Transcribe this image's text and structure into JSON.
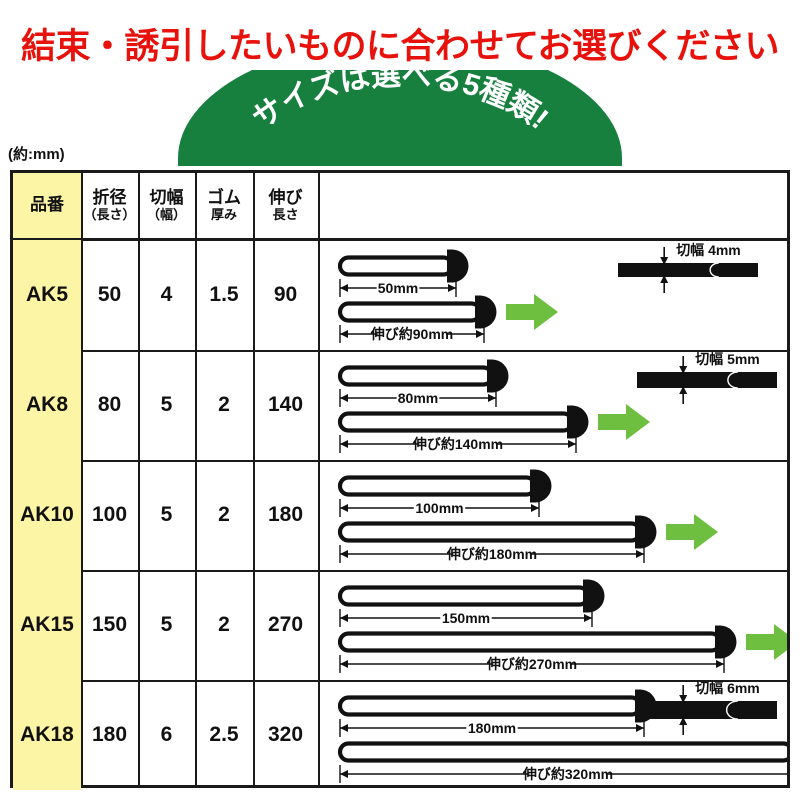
{
  "header": {
    "headline": "結束・誘引したいものに合わせてお選びください",
    "arch_text": "サイズは選べる5種類!",
    "arch_color": "#17803f",
    "headline_color": "#e8120c",
    "unit_note": "(約:mm)"
  },
  "table": {
    "columns": [
      {
        "key": "code",
        "label": "品番",
        "sub": ""
      },
      {
        "key": "fold_dia",
        "label": "折径",
        "sub": "（長さ）"
      },
      {
        "key": "cut_width",
        "label": "切幅",
        "sub": "（幅）"
      },
      {
        "key": "thickness",
        "label": "ゴム",
        "sub": "厚み"
      },
      {
        "key": "stretch",
        "label": "伸び",
        "sub": "長さ"
      },
      {
        "key": "diagram",
        "label": "",
        "sub": ""
      }
    ],
    "highlight_color": "#fbf5a5",
    "rows": [
      {
        "code": "AK5",
        "fold_dia": "50",
        "cut_width": "4",
        "thickness": "1.5",
        "stretch": "90",
        "diagram": {
          "short_label": "50mm",
          "long_label": "伸び約90mm",
          "short_len": 112,
          "long_len": 140,
          "detail": {
            "show": true,
            "label": "切幅 4mm",
            "bar_thickness": 14
          }
        }
      },
      {
        "code": "AK8",
        "fold_dia": "80",
        "cut_width": "5",
        "thickness": "2",
        "stretch": "140",
        "diagram": {
          "short_label": "80mm",
          "long_label": "伸び約140mm",
          "short_len": 152,
          "long_len": 232,
          "detail": {
            "show": true,
            "label": "切幅 5mm",
            "bar_thickness": 16
          }
        }
      },
      {
        "code": "AK10",
        "fold_dia": "100",
        "cut_width": "5",
        "thickness": "2",
        "stretch": "180",
        "diagram": {
          "short_label": "100mm",
          "long_label": "伸び約180mm",
          "short_len": 195,
          "long_len": 300,
          "detail": {
            "show": false,
            "label": "",
            "bar_thickness": 16
          }
        }
      },
      {
        "code": "AK15",
        "fold_dia": "150",
        "cut_width": "5",
        "thickness": "2",
        "stretch": "270",
        "diagram": {
          "short_label": "150mm",
          "long_label": "伸び約270mm",
          "short_len": 248,
          "long_len": 380,
          "detail": {
            "show": false,
            "label": "",
            "bar_thickness": 16
          }
        }
      },
      {
        "code": "AK18",
        "fold_dia": "180",
        "cut_width": "6",
        "thickness": "2.5",
        "stretch": "320",
        "diagram": {
          "short_label": "180mm",
          "long_label": "伸び約320mm",
          "short_len": 300,
          "long_len": 452,
          "detail": {
            "show": true,
            "label": "切幅 6mm",
            "bar_thickness": 18
          }
        }
      }
    ]
  },
  "palette": {
    "ink": "#111111",
    "arrow_green": "#6ebe3f",
    "border": "#1a1a1a"
  }
}
